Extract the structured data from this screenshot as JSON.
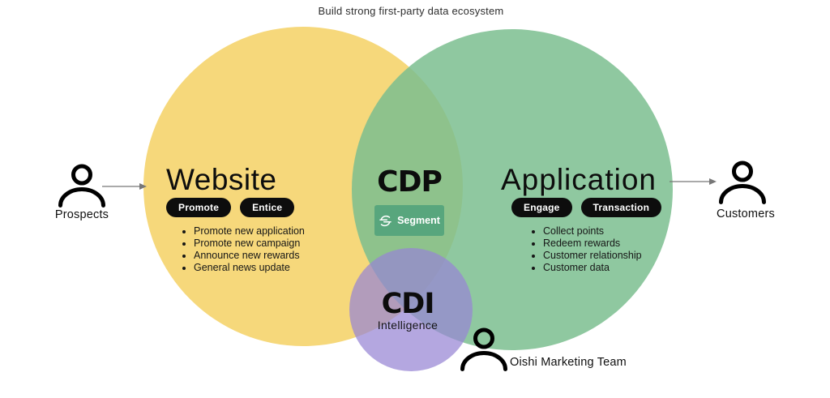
{
  "title": "Build strong first-party data ecosystem",
  "colors": {
    "website_circle": "#F6D87B",
    "application_circle": "#8FC8A0",
    "cdi_circle": "#B4A7E0",
    "overlap_green": "#8EC38C",
    "segment_badge_bg": "#58A67D",
    "pill_bg": "#0D0D0D",
    "arrow": "#777777"
  },
  "website": {
    "title": "Website",
    "pills": [
      "Promote",
      "Entice"
    ],
    "bullets": [
      "Promote new application",
      "Promote new campaign",
      "Announce new rewards",
      "General news update"
    ]
  },
  "cdp": {
    "title": "CDP",
    "vendor": "Segment"
  },
  "application": {
    "title": "Application",
    "pills": [
      "Engage",
      "Transaction"
    ],
    "bullets": [
      "Collect points",
      "Redeem rewards",
      "Customer relationship",
      "Customer data"
    ]
  },
  "cdi": {
    "title": "CDI",
    "subtitle": "Intelligence"
  },
  "actors": {
    "prospects": {
      "label": "Prospects"
    },
    "customers": {
      "label": "Customers"
    },
    "team": {
      "label": "Oishi Marketing Team"
    }
  }
}
